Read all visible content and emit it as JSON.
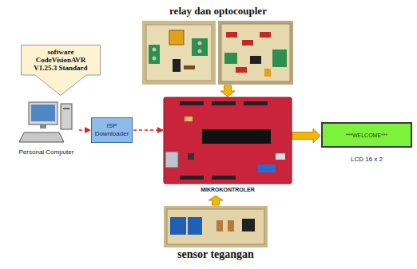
{
  "diagram": {
    "nodes": [
      {
        "text": [
          "relay dan optocoupler"
        ]
      },
      {
        "text": [
          "software CodeVisionAVR V1.25.3 Standard"
        ]
      },
      {
        "text": [
          "Personal Computer"
        ]
      },
      {
        "text": [
          "ISP Downloader"
        ]
      },
      {
        "text": [
          "MIKROKONTROLER"
        ]
      },
      {
        "text": [
          "***WELCOME***",
          "LCD 16 x 2"
        ]
      },
      {
        "text": [
          "sensor tegangan"
        ]
      }
    ],
    "edges": [
      {
        "from": 2,
        "to": 3,
        "arrow": "to"
      },
      {
        "from": 3,
        "to": 4,
        "arrow": "to"
      },
      {
        "from": 0,
        "to": 4,
        "arrow": "to"
      },
      {
        "from": 4,
        "to": 5,
        "arrow": "to"
      },
      {
        "from": 6,
        "to": 4,
        "arrow": "to"
      }
    ]
  }
}
